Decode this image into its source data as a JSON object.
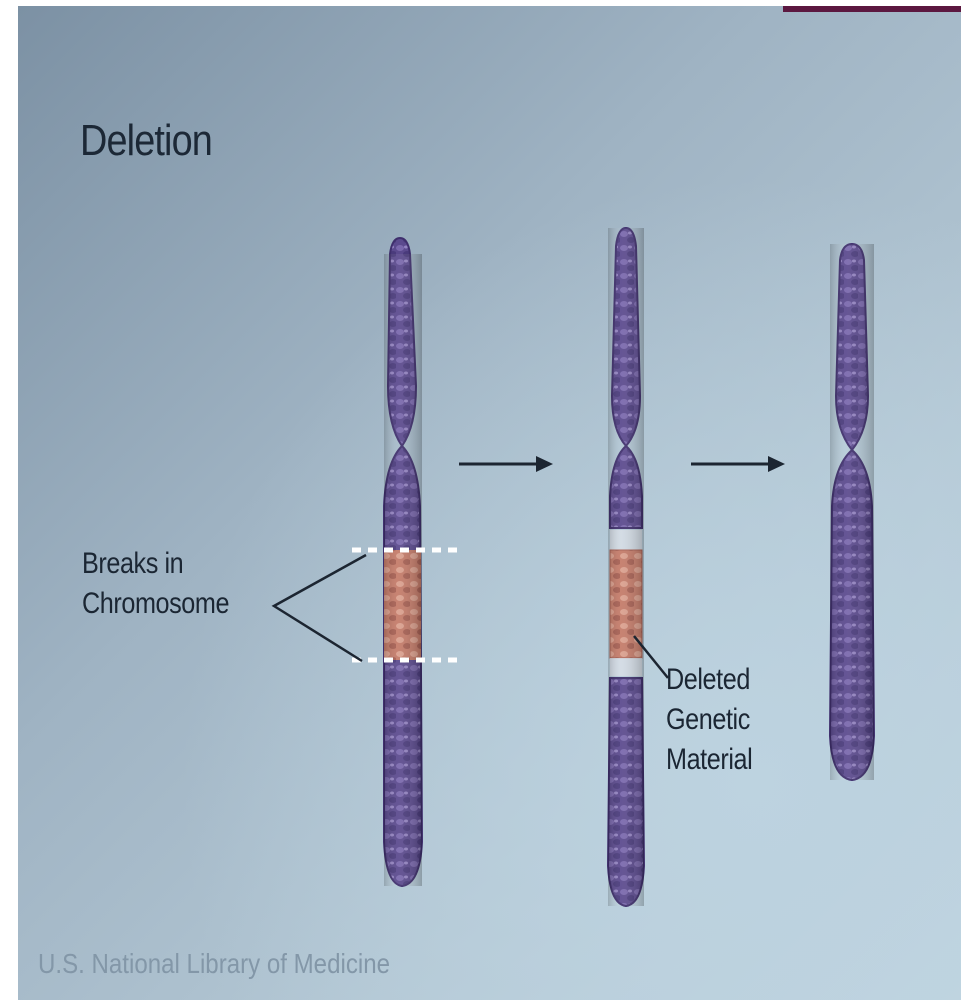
{
  "title": "Deletion",
  "labels": {
    "breaks_line1": "Breaks in",
    "breaks_line2": "Chromosome",
    "deleted_line1": "Deleted",
    "deleted_line2": "Genetic",
    "deleted_line3": "Material"
  },
  "credit": "U.S. National Library of Medicine",
  "colors": {
    "chromosome": "#5b4a8e",
    "chromosome_dark": "#3f2f6d",
    "deleted_segment": "#c9806e",
    "arrow": "#1c2531",
    "accent": "#5c1840"
  }
}
